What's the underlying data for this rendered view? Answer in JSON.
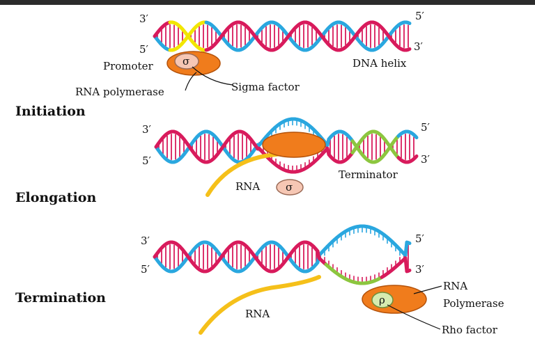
{
  "stages": {
    "initiation": "Initiation",
    "elongation": "Elongation",
    "termination": "Termination"
  },
  "ends": {
    "three_prime": "3′",
    "five_prime": "5′"
  },
  "labels": {
    "promoter": "Promoter",
    "rna_polymerase": "RNA polymerase",
    "sigma_factor": "Sigma factor",
    "dna_helix": "DNA helix",
    "terminator": "Terminator",
    "rna": "RNA",
    "rna_polymerase_line1": "RNA",
    "rna_polymerase_line2": "Polymerase",
    "rho_factor": "Rho factor"
  },
  "symbols": {
    "sigma": "σ",
    "rho": "ρ"
  },
  "colors": {
    "strand_blue": "#2aa7df",
    "strand_red": "#d81b5c",
    "promoter_yellow": "#f2e600",
    "terminator_green": "#8cc63f",
    "rna_yellow": "#f5c01a",
    "polymerase_orange": "#f07c1c",
    "sigma_pink": "#f6c7b4",
    "rho_green": "#d6ebb0"
  }
}
